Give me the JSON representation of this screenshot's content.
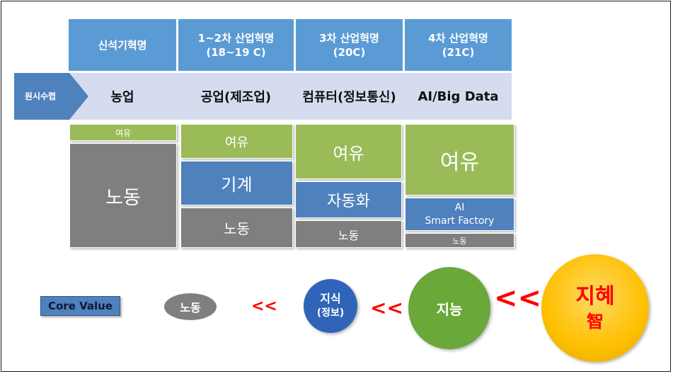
{
  "headers": [
    {
      "line1": "신석기혁명",
      "line2": ""
    },
    {
      "line1": "1~2차 산업혁명",
      "line2": "(18~19 C)"
    },
    {
      "line1": "3차 산업혁명",
      "line2": "(20C)"
    },
    {
      "line1": "4차 산업혁명",
      "line2": "(21C)"
    }
  ],
  "start_label": "원시수렵",
  "eras": [
    "농업",
    "공업(제조업)",
    "컴퓨터(정보통신)",
    "AI/Big Data"
  ],
  "columns": [
    {
      "leisure": "여유",
      "labor": "노동"
    },
    {
      "leisure": "여유",
      "machine": "기계",
      "labor": "노동"
    },
    {
      "leisure": "여유",
      "machine": "자동화",
      "labor": "노동"
    },
    {
      "leisure": "여유",
      "machine_line1": "AI",
      "machine_line2": "Smart Factory",
      "labor": "노동"
    }
  ],
  "core_value": {
    "label": "Core Value",
    "labor": "노동",
    "knowledge_line1": "지식",
    "knowledge_line2": "(정보)",
    "intelligence": "지능",
    "wisdom": "지혜",
    "wisdom_hanja": "智",
    "separator_small": "<<",
    "separator_large": "<<"
  },
  "colors": {
    "header_blue": "#5b9bd5",
    "band": "#d6dcf0",
    "leisure_green": "#9bbb59",
    "machine_blue": "#4f81bd",
    "labor_gray": "#7f7f7f",
    "accent_red": "#ff0000",
    "wisdom_gold": "#ffc000"
  }
}
